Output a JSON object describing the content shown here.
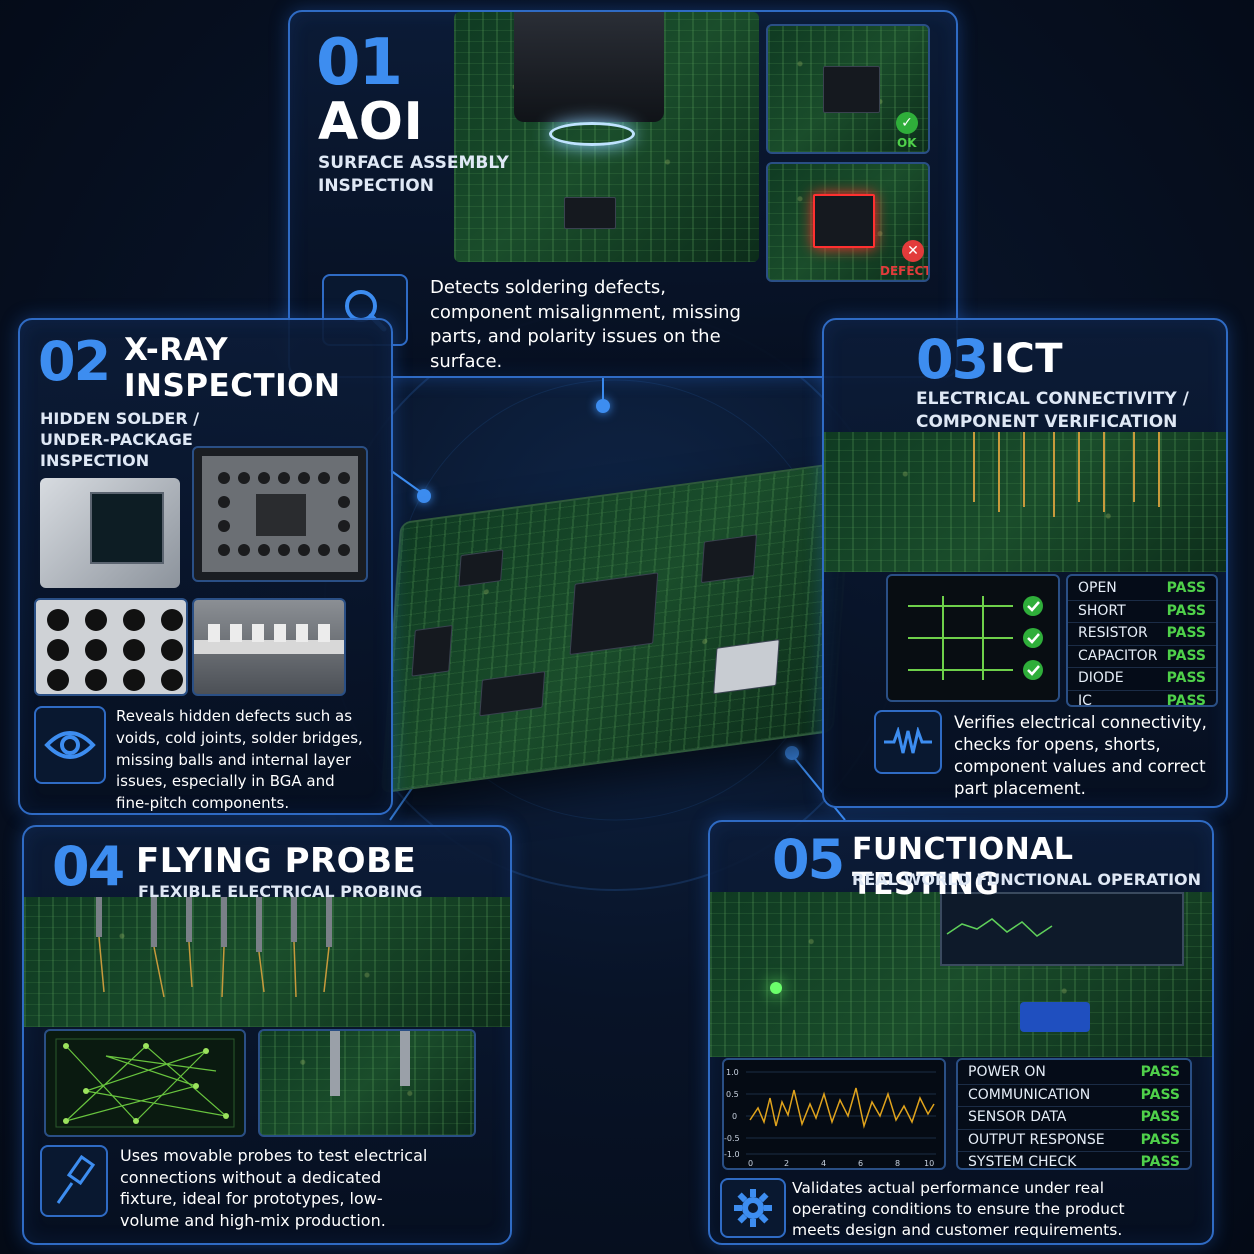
{
  "aoi": {
    "number": "01",
    "title": "AOI",
    "subtitle_line1": "SURFACE ASSEMBLY",
    "subtitle_line2": "INSPECTION",
    "ok_label": "OK",
    "defect_label": "DEFECT",
    "description": "Detects soldering defects, component misalignment, missing parts, and polarity issues on the surface.",
    "icon": "magnifier-icon"
  },
  "xray": {
    "number": "02",
    "title_line1": "X-RAY",
    "title_line2": "INSPECTION",
    "subtitle_line1": "HIDDEN SOLDER /",
    "subtitle_line2": "UNDER-PACKAGE",
    "subtitle_line3": "INSPECTION",
    "description": "Reveals hidden defects such as voids, cold joints, solder bridges, missing balls and internal layer issues, especially in BGA and fine-pitch components.",
    "icon": "eye-icon"
  },
  "ict": {
    "number": "03",
    "title": "ICT",
    "subtitle_line1": "ELECTRICAL CONNECTIVITY /",
    "subtitle_line2": "COMPONENT VERIFICATION",
    "results": [
      {
        "test": "OPEN",
        "status": "PASS"
      },
      {
        "test": "SHORT",
        "status": "PASS"
      },
      {
        "test": "RESISTOR",
        "status": "PASS"
      },
      {
        "test": "CAPACITOR",
        "status": "PASS"
      },
      {
        "test": "DIODE",
        "status": "PASS"
      },
      {
        "test": "IC",
        "status": "PASS"
      }
    ],
    "description": "Verifies electrical connectivity, checks for opens, shorts, component values and correct part placement.",
    "icon": "waveform-icon"
  },
  "flying": {
    "number": "04",
    "title": "FLYING PROBE",
    "subtitle": "FLEXIBLE ELECTRICAL PROBING",
    "description": "Uses movable probes to test electrical connections without a dedicated fixture, ideal for prototypes, low-volume and high-mix production.",
    "icon": "probe-icon"
  },
  "functional": {
    "number": "05",
    "title": "FUNCTIONAL TESTING",
    "subtitle": "REAL-WORLD FUNCTIONAL OPERATION",
    "results": [
      {
        "test": "POWER ON",
        "status": "PASS"
      },
      {
        "test": "COMMUNICATION",
        "status": "PASS"
      },
      {
        "test": "SENSOR DATA",
        "status": "PASS"
      },
      {
        "test": "OUTPUT RESPONSE",
        "status": "PASS"
      },
      {
        "test": "SYSTEM CHECK",
        "status": "PASS"
      }
    ],
    "chart_y_ticks": [
      "1.0",
      "0.5",
      "0",
      "-0.5",
      "-1.0"
    ],
    "chart_x_ticks": [
      "0",
      "2",
      "4",
      "6",
      "8",
      "10"
    ],
    "description": "Validates actual performance under real operating conditions to ensure the product meets design and customer requirements.",
    "icon": "gear-icon"
  },
  "colors": {
    "accent": "#3d8df0",
    "pass": "#4fd14a",
    "defect": "#e23b3b",
    "border": "#2f6bc4"
  }
}
